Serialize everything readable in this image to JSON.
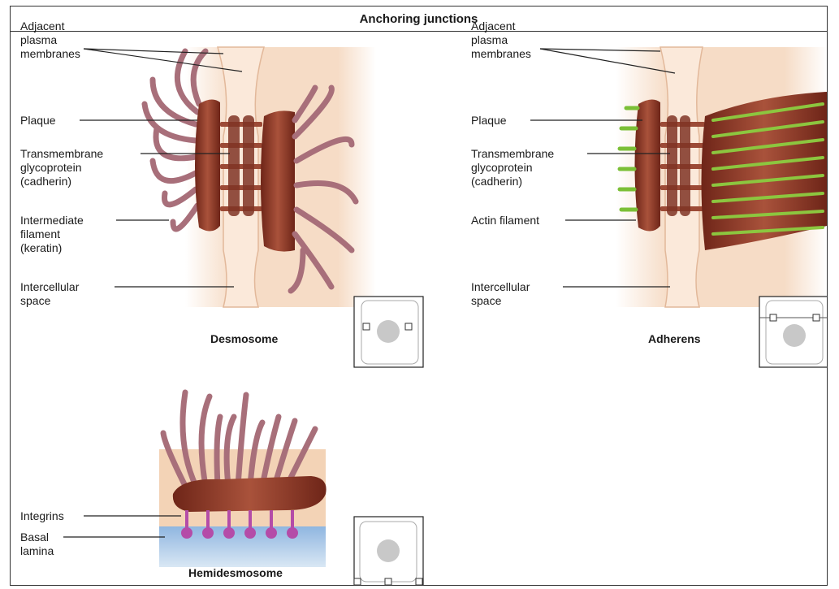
{
  "title": "Anchoring junctions",
  "desmosome": {
    "caption": "Desmosome",
    "labels": {
      "membranes": "Adjacent\nplasma\nmembranes",
      "plaque": "Plaque",
      "glycoprotein": "Transmembrane\nglycoprotein\n(cadherin)",
      "filament": "Intermediate\nfilament\n(keratin)",
      "space": "Intercellular\nspace"
    }
  },
  "adherens": {
    "caption": "Adherens",
    "labels": {
      "membranes": "Adjacent\nplasma\nmembranes",
      "plaque": "Plaque",
      "glycoprotein": "Transmembrane\nglycoprotein\n(cadherin)",
      "filament": "Actin filament",
      "space": "Intercellular\nspace"
    }
  },
  "hemidesmosome": {
    "caption": "Hemidesmosome",
    "labels": {
      "integrins": "Integrins",
      "lamina": "Basal\nlamina"
    }
  },
  "colors": {
    "plaque": "#8b3a2a",
    "keratin": "#b07a84",
    "actin": "#8cc63f",
    "membrane": "#f3d9c4",
    "integrin": "#b44ca8",
    "lamina": "#a8c8e8"
  }
}
